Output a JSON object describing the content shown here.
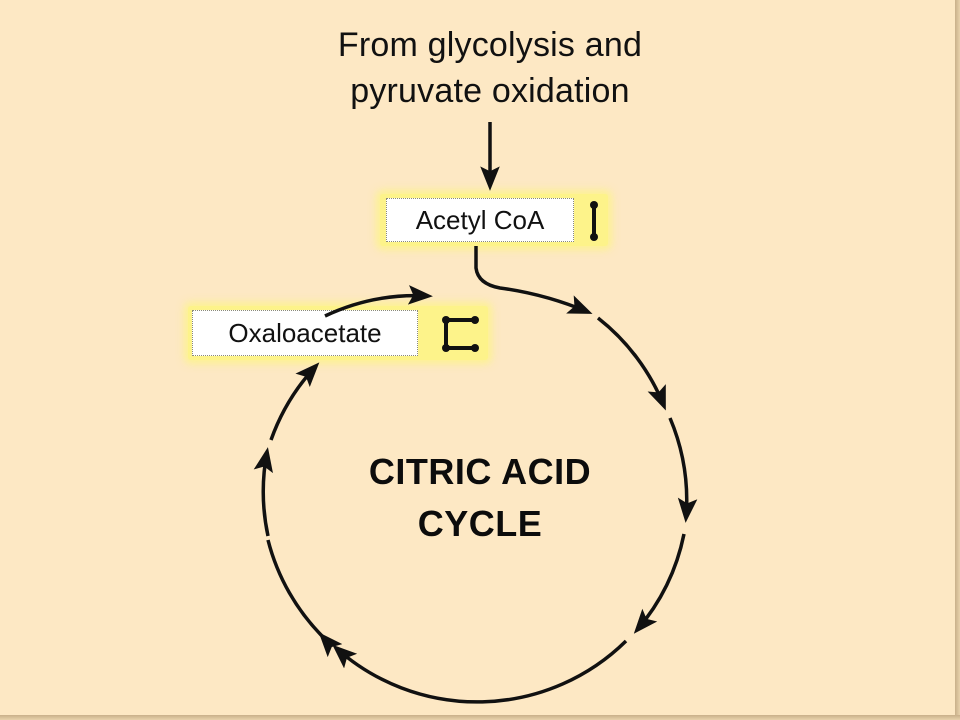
{
  "diagram": {
    "title": "CITRIC ACID CYCLE",
    "title_lines": [
      "CITRIC ACID",
      "CYCLE"
    ],
    "source": {
      "line1": "From glycolysis and",
      "line2": "pyruvate oxidation"
    },
    "nodes": [
      {
        "id": "acetyl-coa",
        "label": "Acetyl CoA",
        "carbon_icon": "2-carbon-chain-icon"
      },
      {
        "id": "oxaloacetate",
        "label": "Oxaloacetate",
        "carbon_icon": "4-carbon-chain-icon"
      }
    ],
    "flow": "clockwise",
    "colors": {
      "background": "#fde8c4",
      "highlight": "#fdf38a",
      "label_box": "#ffffff",
      "ink": "#111111"
    }
  }
}
